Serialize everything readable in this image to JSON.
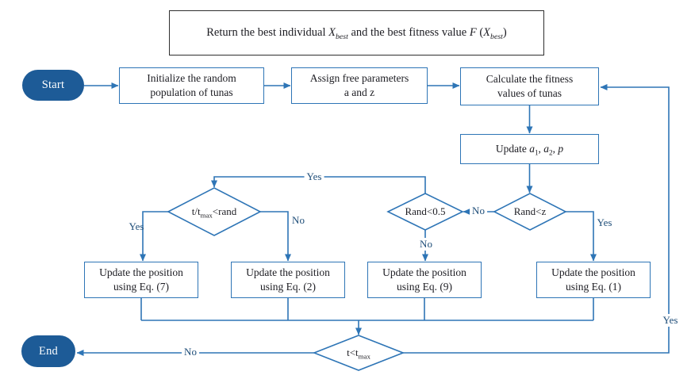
{
  "flowchart": {
    "colors": {
      "line": "#2e75b6",
      "terminal_fill": "#1d5b97",
      "terminal_text": "#ffffff",
      "box_border": "#2e75b6",
      "box_text": "#1c1c22",
      "edge_label_text": "#1f4e79",
      "return_box_border": "#2f2f2f"
    },
    "return_box": {
      "part1": "Return the best individual ",
      "var1": "X",
      "var1_sub": "best",
      "part2": " and the best fitness value ",
      "var2": "F",
      "part3": " (",
      "var3": "X",
      "var3_sub": "best",
      "part4": ")"
    },
    "nodes": {
      "start": "Start",
      "end": "End",
      "init_line1": "Initialize the random",
      "init_line2": "population of tunas",
      "assign_line1": "Assign free parameters",
      "assign_line2": "a and z",
      "calc_line1": "Calculate the fitness",
      "calc_line2": "values of tunas",
      "update_pre": "Update ",
      "update_a1": "a",
      "update_a1_sub": "1",
      "update_sep1": ", ",
      "update_a2": "a",
      "update_a2_sub": "2",
      "update_sep2": ", ",
      "update_p": "p",
      "cond1_pre": "t/t",
      "cond1_sub": "max",
      "cond1_post": "<rand",
      "cond2": "Rand<0.5",
      "cond3": "Rand<z",
      "eq7_line1": "Update the position",
      "eq7_line2": "using Eq. (7)",
      "eq2_line1": "Update the position",
      "eq2_line2": "using Eq. (2)",
      "eq9_line1": "Update the position",
      "eq9_line2": "using Eq. (9)",
      "eq1_line1": "Update the position",
      "eq1_line2": "using Eq. (1)",
      "cond4_pre": "t<t",
      "cond4_sub": "max"
    },
    "edge_labels": {
      "loop_yes": "Yes",
      "cond1_yes": "Yes",
      "cond1_no": "No",
      "cond2_no": "No",
      "cond3_no": "No",
      "cond3_yes": "Yes",
      "cond4_no": "No",
      "cond4_yes": "Yes"
    }
  }
}
